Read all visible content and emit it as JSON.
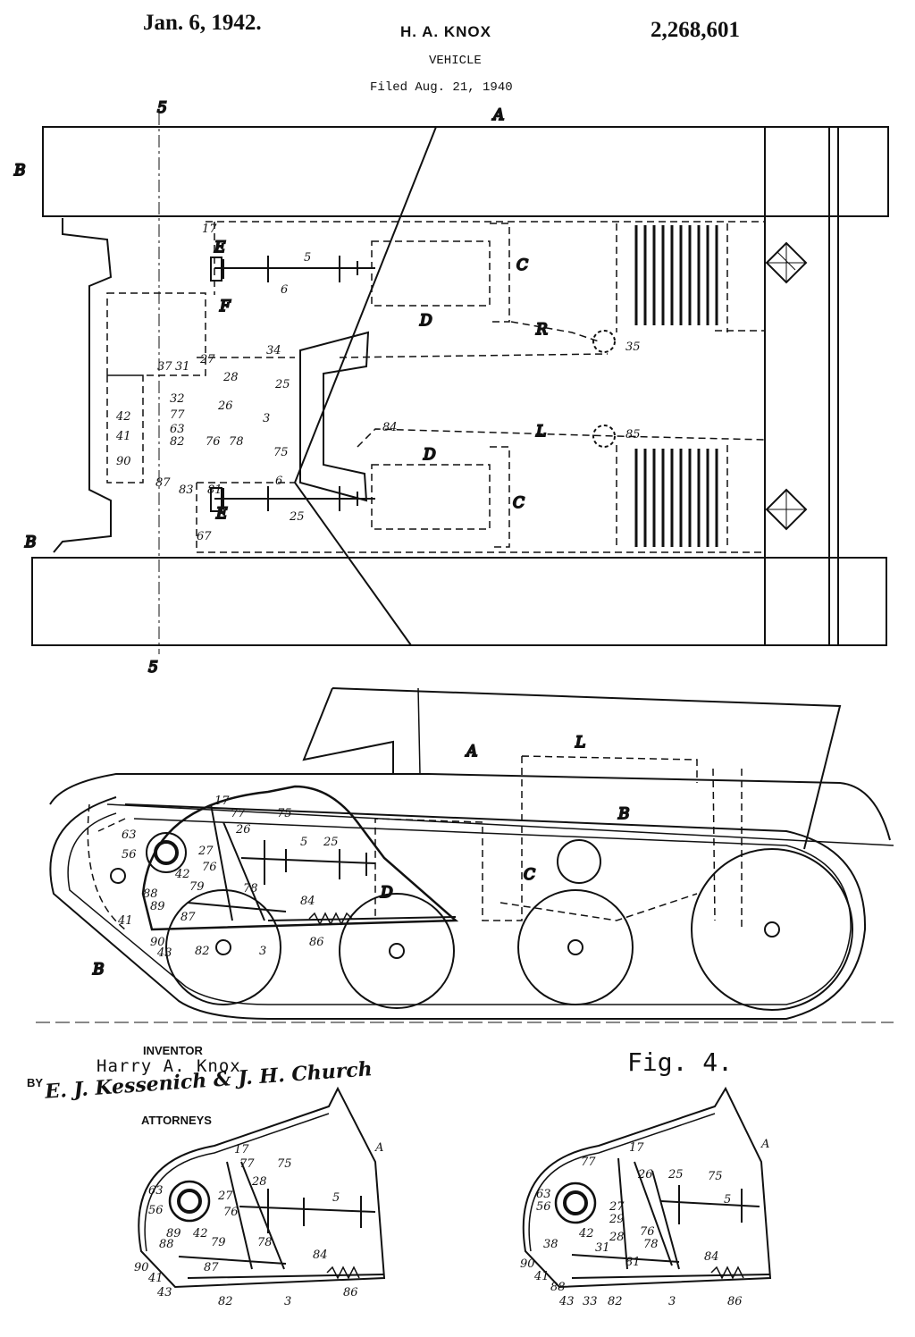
{
  "header": {
    "date": "Jan. 6, 1942.",
    "inventor": "H. A. KNOX",
    "patent_number": "2,268,601",
    "title": "VEHICLE",
    "filed": "Filed Aug. 21, 1940"
  },
  "signatures": {
    "inventor_caption": "INVENTOR",
    "inventor_signature": "Harry A. Knox",
    "by": "BY",
    "attorneys_signature": "E. J. Kessenich & J. H. Church",
    "attorneys_caption": "ATTORNEYS"
  },
  "figures": {
    "fig4_label": "Fig. 4."
  },
  "reference_labels": {
    "section": "5",
    "hull": "A",
    "track": "B",
    "clutch": "C",
    "drum": "D",
    "brake": "E",
    "housing": "F",
    "lever_r": "R",
    "lever_l": "L"
  }
}
